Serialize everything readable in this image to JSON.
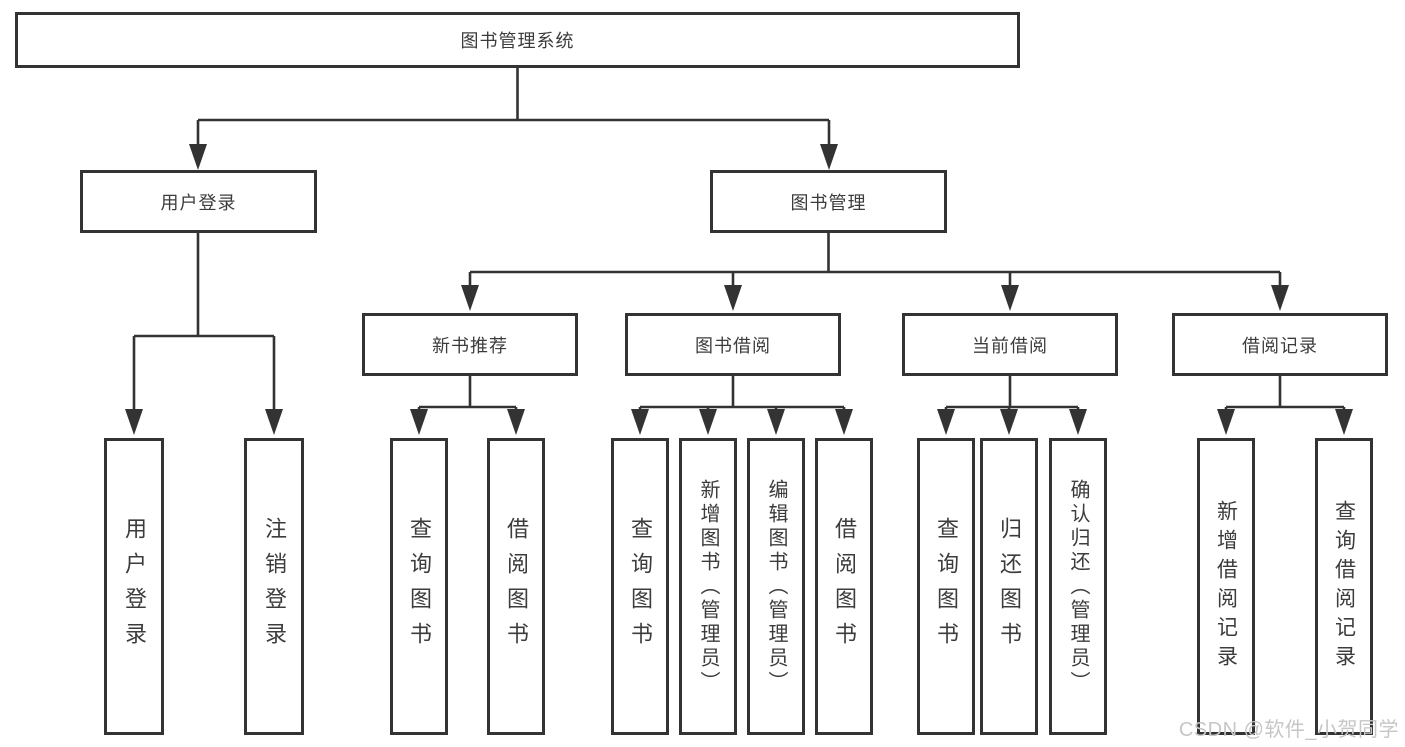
{
  "title": "图书管理系统",
  "branches": [
    {
      "label": "用户登录",
      "children": [
        "用户登录",
        "注销登录"
      ]
    },
    {
      "label": "图书管理",
      "children": [
        {
          "label": "新书推荐",
          "children": [
            "查询图书",
            "借阅图书"
          ]
        },
        {
          "label": "图书借阅",
          "children": [
            "查询图书",
            "新增图书（管理员）",
            "编辑图书（管理员）",
            "借阅图书"
          ]
        },
        {
          "label": "当前借阅",
          "children": [
            "查询图书",
            "归还图书",
            "确认归还（管理员）"
          ]
        },
        {
          "label": "借阅记录",
          "children": [
            "新增借阅记录",
            "查询借阅记录"
          ]
        }
      ]
    }
  ],
  "watermark": "CSDN @软件_小贺同学",
  "colors": {
    "line": "#333333",
    "box_border": "#333333",
    "text": "#3c3c3c",
    "watermark": "#c6c6c6",
    "background": "#ffffff"
  }
}
